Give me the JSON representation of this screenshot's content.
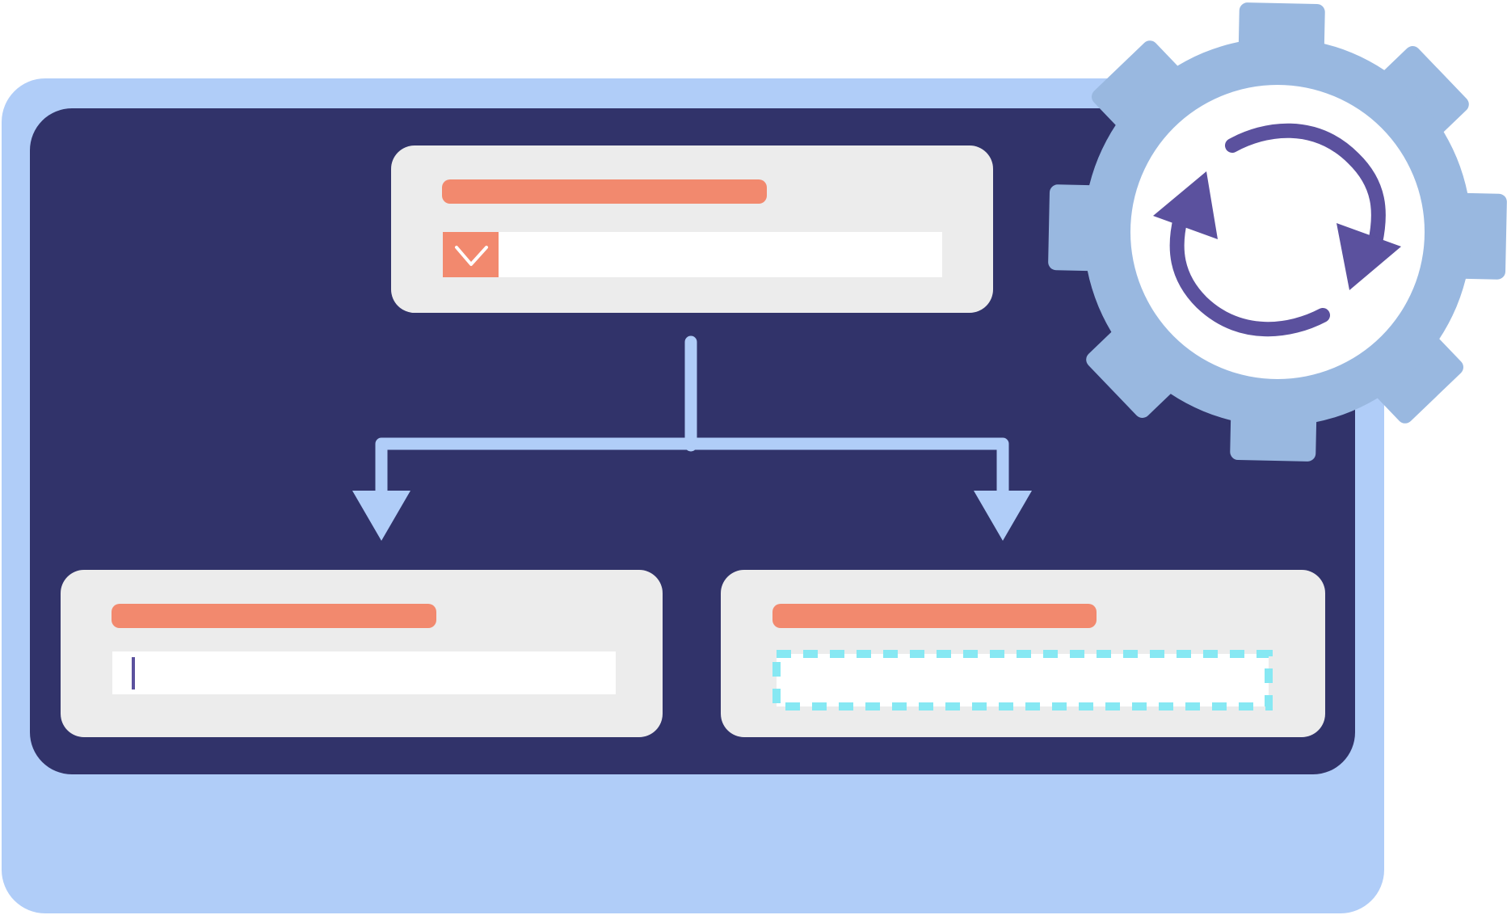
{
  "colors": {
    "outer_frame": "#B0CDF8",
    "dark_panel": "#31336A",
    "card": "#ECECEC",
    "label_bar": "#F2896E",
    "field": "#FFFFFF",
    "connector": "#B0CDF8",
    "gear": "#99B8E0",
    "gear_center": "#FFFFFF",
    "refresh_arrows": "#5B519E",
    "text_cursor": "#5B519E",
    "dashed_focus": "#86E8F3",
    "dropdown_chevron": "#FFFFFF"
  },
  "diagram": {
    "top_card": {
      "field_kind": "dropdown",
      "control_icon": "chevron-down-icon"
    },
    "left_card": {
      "field_kind": "text-input-with-cursor"
    },
    "right_card": {
      "field_kind": "text-input-dashed-focus"
    },
    "overlay_icon": "gear-refresh-icon"
  }
}
